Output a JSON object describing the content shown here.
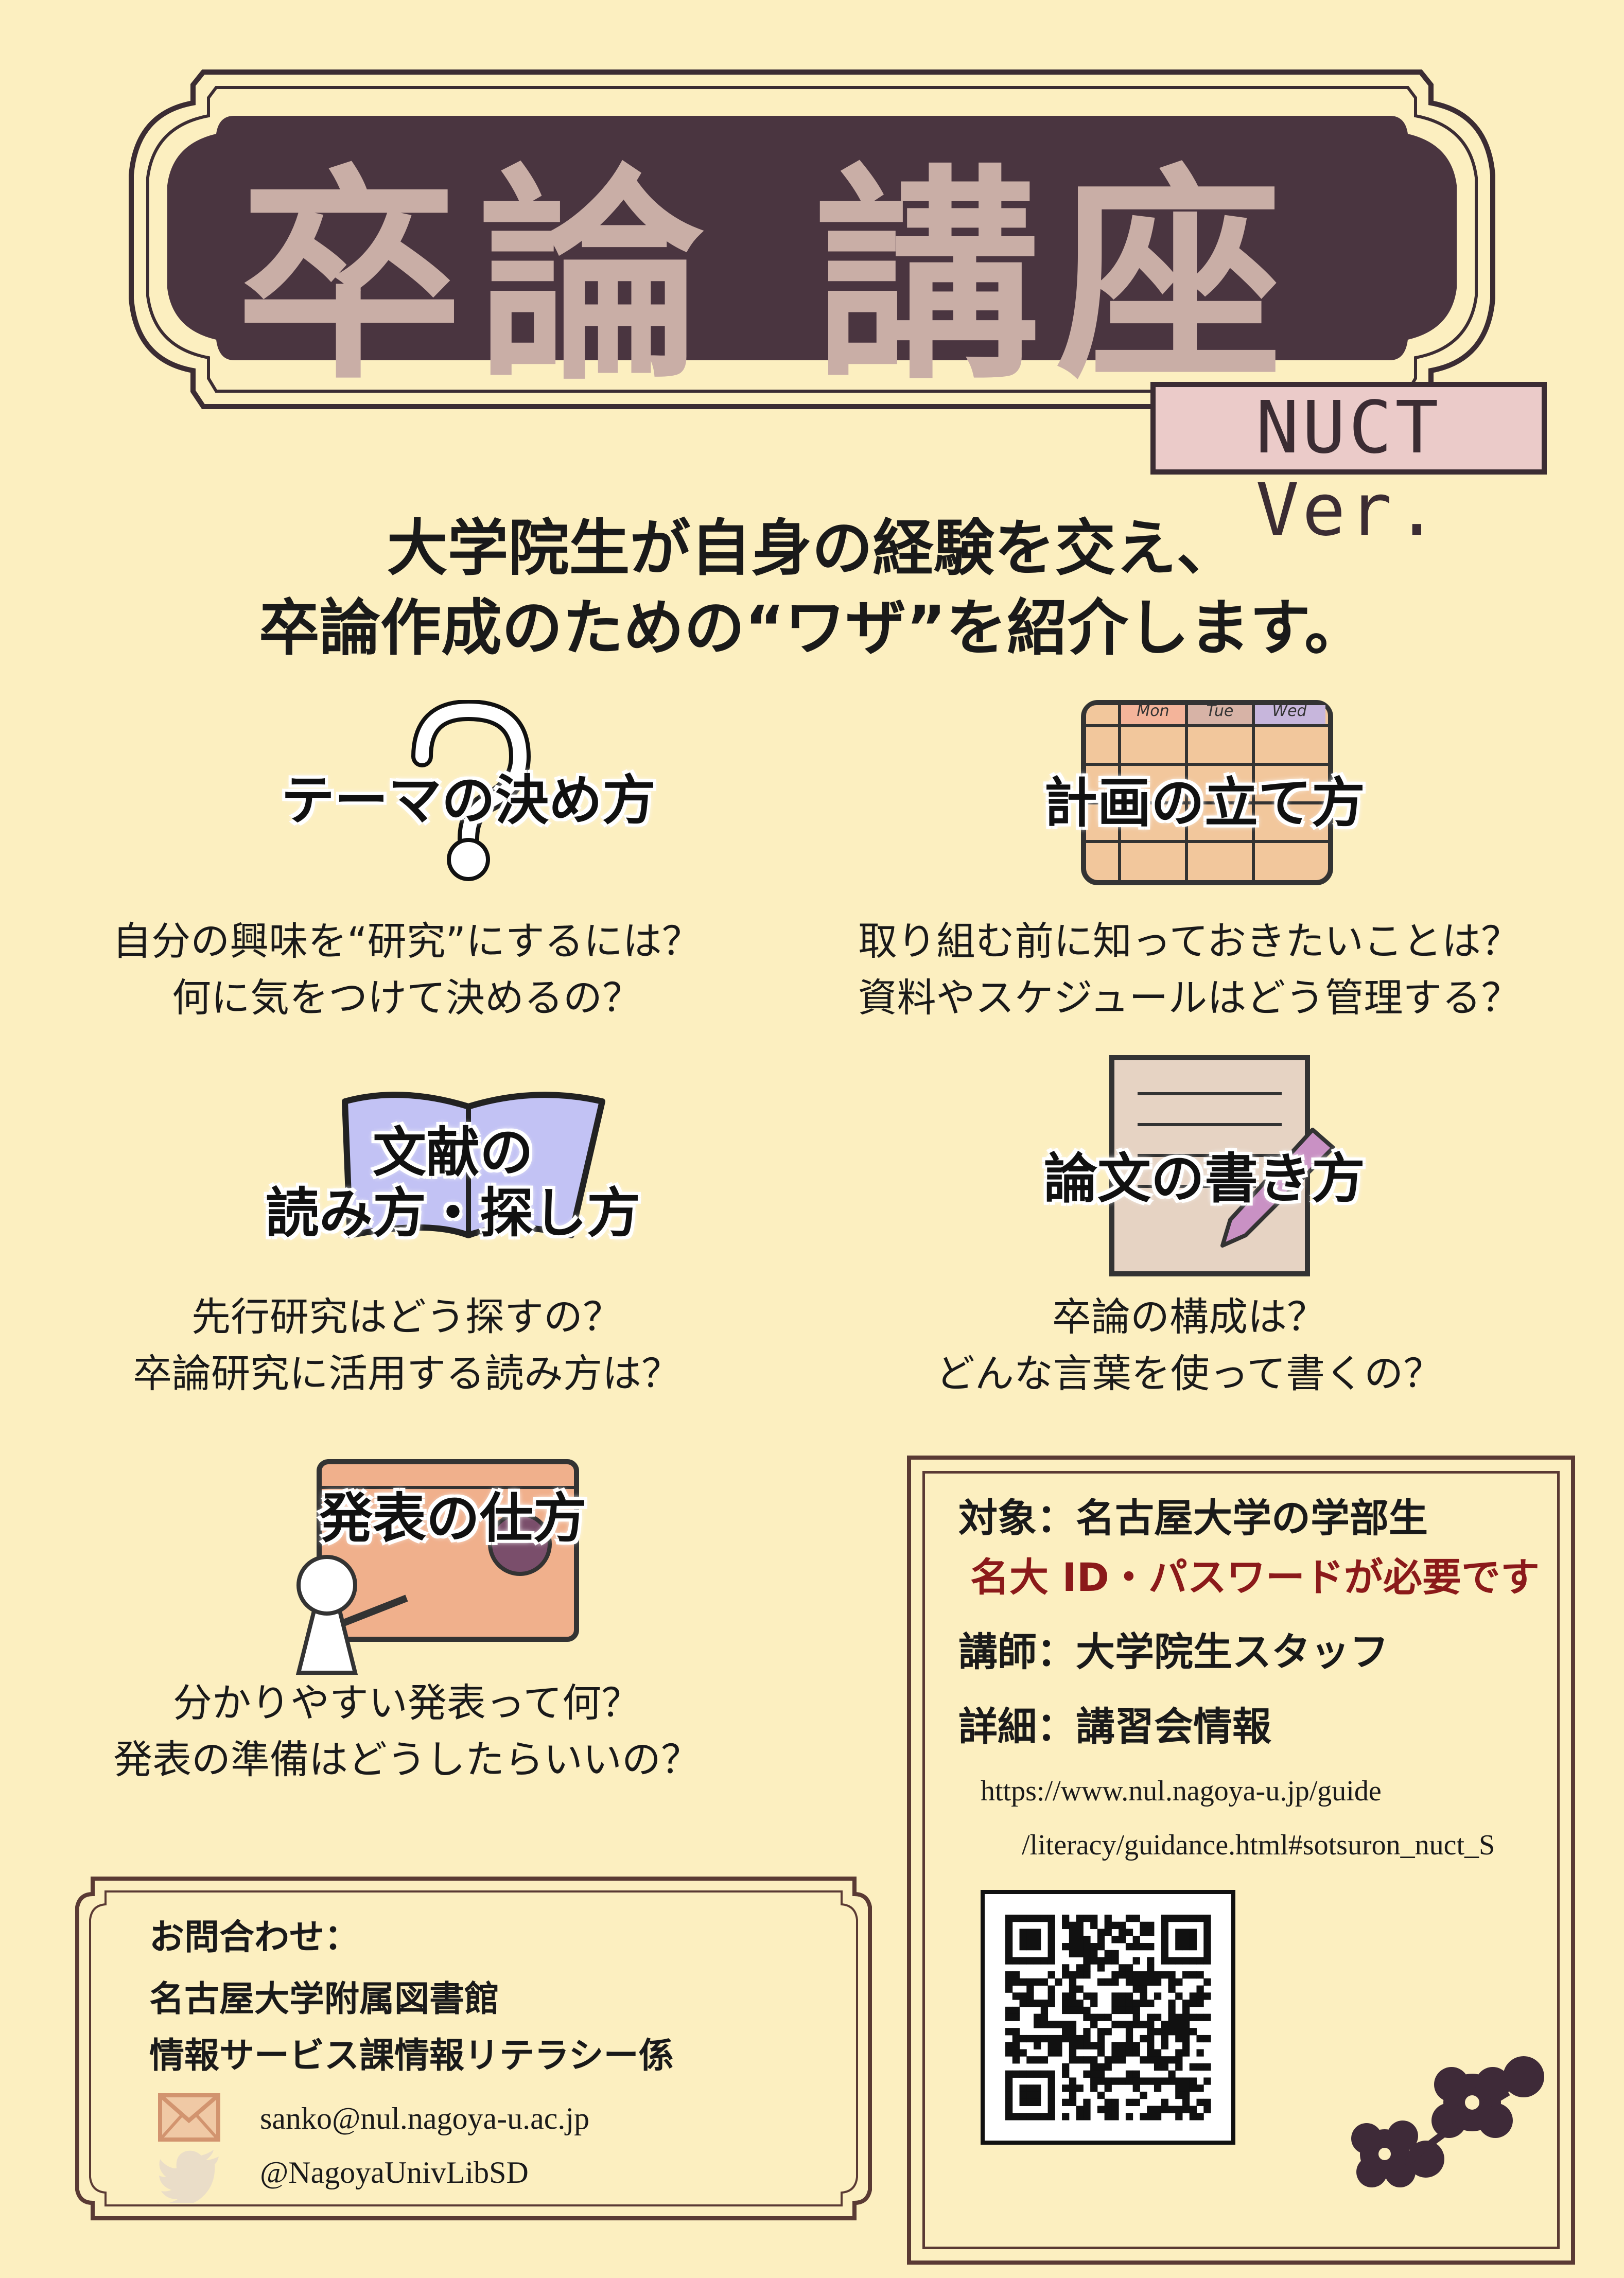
{
  "header": {
    "title": "卒論 講座",
    "version_tag": "NUCT Ver."
  },
  "lead": {
    "line1": "大学院生が自身の経験を交え、",
    "line2": "卒論作成のための“ワザ”を紹介します。"
  },
  "topics": [
    {
      "title": "テーマの決め方",
      "q1": "自分の興味を“研究”にするには？",
      "q2": "何に気をつけて決めるの？"
    },
    {
      "title": "計画の立て方",
      "q1": "取り組む前に知っておきたいことは？",
      "q2": "資料やスケジュールはどう管理する？",
      "calendar_days": [
        "Mon",
        "Tue",
        "Wed"
      ]
    },
    {
      "title_line1": "文献の",
      "title_line2": "読み方・探し方",
      "q1": "先行研究はどう探すの？",
      "q2": "卒論研究に活用する読み方は？"
    },
    {
      "title": "論文の書き方",
      "q1": "卒論の構成は？",
      "q2": "どんな言葉を使って書くの？"
    },
    {
      "title": "発表の仕方",
      "q1": "分かりやすい発表って何？",
      "q2": "発表の準備はどうしたらいいの？"
    }
  ],
  "info": {
    "target": "対象：名古屋大学の学部生",
    "id_note": "名大 ID・パスワードが必要です",
    "lecturer": "講師：大学院生スタッフ",
    "details": "詳細：講習会情報",
    "url_line1": "https://www.nul.nagoya-u.jp/guide",
    "url_line2": "/literacy/guidance.html#sotsuron_nuct_S"
  },
  "contact": {
    "heading": "お問合わせ：",
    "org1": "名古屋大学附属図書館",
    "org2": "情報サービス課情報リテラシー係",
    "email": "sanko@nul.nagoya-u.ac.jp",
    "twitter": "@NagoyaUnivLibSD"
  },
  "colors": {
    "background": "#fcefc0",
    "banner": "#4a3540",
    "title_text": "#c9aea6",
    "tag_bg": "#ebcbc9",
    "frame": "#5a3a34",
    "id_note": "#8b1a1a"
  },
  "icons": {
    "question": "question-mark-icon",
    "calendar": "calendar-icon",
    "book": "open-book-icon",
    "paper": "paper-pen-icon",
    "presentation": "presenter-board-icon",
    "mail": "mail-icon",
    "twitter": "twitter-bird-icon",
    "qr": "qr-code",
    "flower": "flower-decoration"
  }
}
